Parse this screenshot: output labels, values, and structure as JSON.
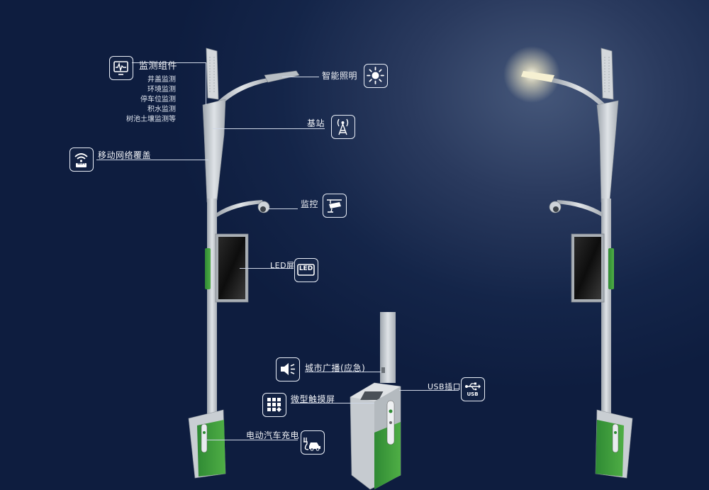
{
  "callouts": {
    "monitoring_group": {
      "title": "监测组件",
      "items": [
        "井盖监测",
        "环境监测",
        "停车位监测",
        "积水监测",
        "树池土壤监测等"
      ],
      "icon": "monitor-waveform-icon"
    },
    "wifi": {
      "label": "移动网络覆盖",
      "icon": "wifi-icon",
      "badge": "WiFi"
    },
    "lighting": {
      "label": "智能照明",
      "icon": "sun-icon"
    },
    "base_station": {
      "label": "基站",
      "icon": "antenna-tower-icon"
    },
    "surveillance": {
      "label": "监控",
      "icon": "camera-icon"
    },
    "led_screen": {
      "label": "LED屏",
      "icon": "led-icon",
      "badge": "LED"
    },
    "broadcast": {
      "label": "城市广播(应急)",
      "icon": "speaker-icon"
    },
    "touch_screen": {
      "label": "微型触摸屏",
      "icon": "keypad-icon"
    },
    "ev_charging": {
      "label": "电动汽车充电",
      "icon": "electric-car-icon"
    },
    "usb": {
      "label": "USB插口",
      "icon": "usb-icon",
      "badge": "USB"
    }
  },
  "colors": {
    "background": "#142549",
    "pole": "#c7ccd2",
    "accent_green": "#3e9a3a",
    "line": "#cfd7e6"
  }
}
